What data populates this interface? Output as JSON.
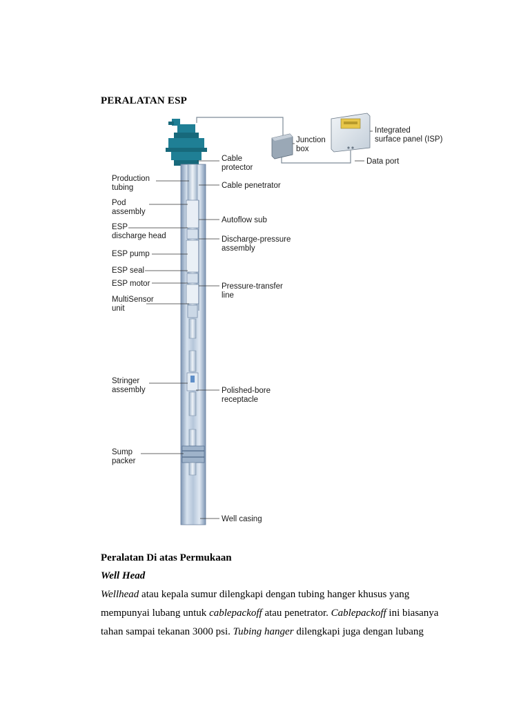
{
  "heading": "PERALATAN ESP",
  "diagram": {
    "labels_left": {
      "production_tubing": [
        "Production",
        "tubing"
      ],
      "pod_assembly": [
        "Pod",
        "assembly"
      ],
      "esp_discharge_head": [
        "ESP",
        "discharge head"
      ],
      "esp_pump": "ESP pump",
      "esp_seal": "ESP seal",
      "esp_motor": "ESP motor",
      "multisensor_unit": [
        "MultiSensor",
        "unit"
      ],
      "stringer_assembly": [
        "Stringer",
        "assembly"
      ],
      "sump_packer": [
        "Sump",
        "packer"
      ]
    },
    "labels_right": {
      "cable_protector": [
        "Cable",
        "protector"
      ],
      "cable_penetrator": "Cable penetrator",
      "autoflow_sub": "Autoflow sub",
      "discharge_pressure_assembly": [
        "Discharge-pressure",
        "assembly"
      ],
      "pressure_transfer_line": [
        "Pressure-transfer",
        "line"
      ],
      "polished_bore_receptacle": [
        "Polished-bore",
        "receptacle"
      ],
      "well_casing": "Well casing"
    },
    "labels_surface": {
      "junction_box": [
        "Junction",
        "box"
      ],
      "integrated_surface_panel": [
        "Integrated",
        "surface panel (ISP)"
      ],
      "data_port": "Data port"
    },
    "colors": {
      "wellhead": "#1f7f95",
      "casing": "#c9d6e6",
      "casing_dark": "#8fa6c2",
      "panel": "#e6ecf2",
      "display": "#e7c64a"
    }
  },
  "section_title": "Peralatan Di atas Permukaan",
  "sub_title": "Well Head",
  "paragraph": {
    "l1_a": "Wellhead",
    "l1_b": " atau kepala sumur dilengkapi dengan tubing hanger khusus yang",
    "l2_a": "mempunyai lubang untuk ",
    "l2_b": "cablepackoff",
    "l2_c": " atau penetrator. ",
    "l2_d": "Cablepackoff",
    "l2_e": " ini biasanya",
    "l3_a": "tahan sampai tekanan 3000 psi. ",
    "l3_b": "Tubing hanger",
    "l3_c": " dilengkapi juga dengan lubang"
  }
}
